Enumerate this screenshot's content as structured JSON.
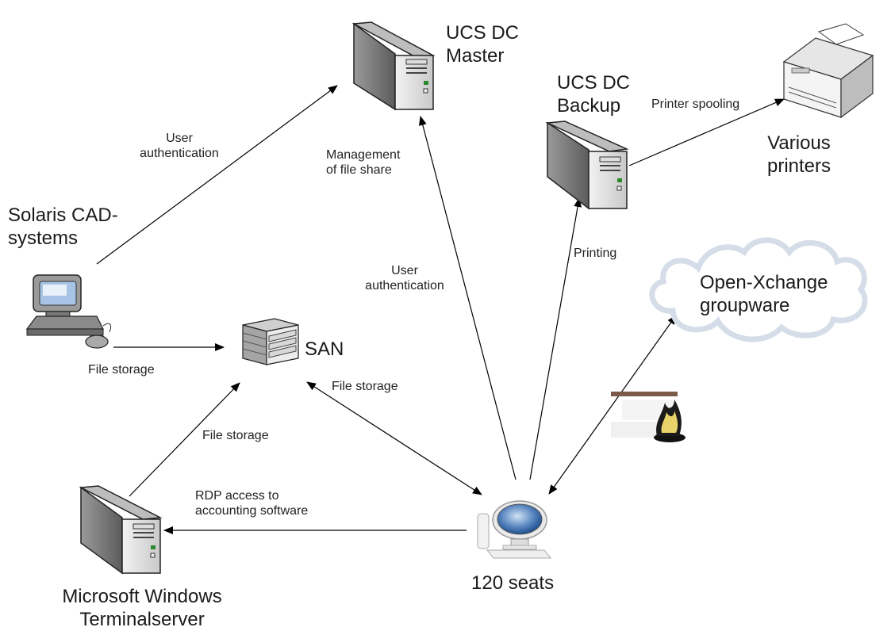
{
  "nodes": {
    "ucs_master": [
      "UCS DC",
      "Master"
    ],
    "ucs_backup": [
      "UCS DC",
      "Backup"
    ],
    "printers": [
      "Various",
      "printers"
    ],
    "solaris": [
      "Solaris CAD-",
      "systems"
    ],
    "san": [
      "SAN"
    ],
    "open_xchange": [
      "Open-Xchange",
      "groupware"
    ],
    "seats": [
      "120 seats"
    ],
    "terminalserver": [
      "Microsoft Windows",
      "Terminalserver"
    ]
  },
  "edges": {
    "solaris_auth": [
      "User",
      "authentication"
    ],
    "mgmt_file_share": [
      "Management",
      "of file share"
    ],
    "printer_spooling": [
      "Printer spooling"
    ],
    "seats_auth": [
      "User",
      "authentication"
    ],
    "printing": [
      "Printing"
    ],
    "solaris_file_storage": [
      "File storage"
    ],
    "seats_file_storage": [
      "File storage"
    ],
    "ts_file_storage": [
      "File storage"
    ],
    "rdp": [
      "RDP access to",
      "accounting software"
    ]
  }
}
